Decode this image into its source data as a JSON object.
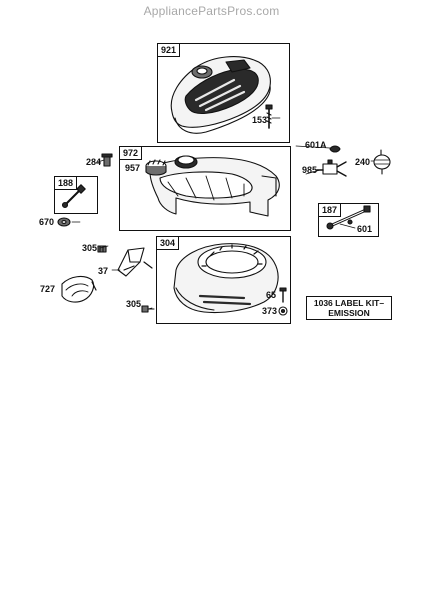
{
  "watermark": "AppliancePartsPros.com",
  "kits": {
    "k921": "921",
    "k972": "972",
    "k188": "188",
    "k187": "187",
    "k304": "304"
  },
  "parts": {
    "p153": "153",
    "p601a": "601A",
    "p284": "284",
    "p957": "957",
    "p985": "985",
    "p240": "240",
    "p670": "670",
    "p601": "601",
    "p305a": "305",
    "p37": "37",
    "p727": "727",
    "p305b": "305",
    "p65": "65",
    "p373": "373"
  },
  "label_kit": {
    "line1": "1036 LABEL KIT–",
    "line2": "EMISSION"
  },
  "colors": {
    "ink": "#111111",
    "watermark": "#a8a8a8",
    "fill_dark": "#2a2a2a",
    "fill_mid": "#6d6d6d"
  }
}
